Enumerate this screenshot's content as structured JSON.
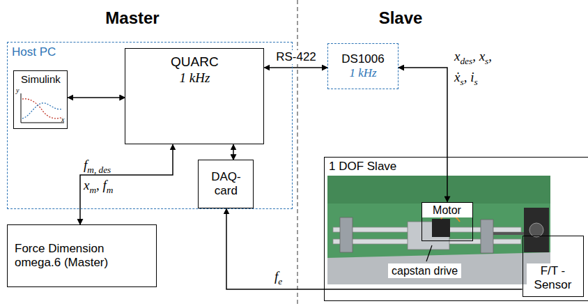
{
  "diagram": {
    "nodes": [
      {
        "text": [
          "Host PC"
        ]
      },
      {
        "text": [
          "Simulink"
        ],
        "in": 0
      },
      {
        "text": [
          "QUARC",
          "1 kHz"
        ],
        "in": 0
      },
      {
        "text": [
          "DAQ-card"
        ],
        "in": 0
      },
      {
        "text": [
          "Force Dimension omega.6 (Master)"
        ]
      },
      {
        "text": [
          "DS1006",
          "1 kHz"
        ]
      },
      {
        "text": [
          "1 DOF Slave"
        ]
      },
      {
        "text": [
          "Motor"
        ],
        "in": 6
      },
      {
        "text": [
          "F/T - Sensor"
        ],
        "in": 6
      }
    ],
    "edges": [
      {
        "from": 1,
        "to": 2,
        "arrow": "both"
      },
      {
        "from": 2,
        "to": 5,
        "arrow": "both",
        "label": "RS-422"
      },
      {
        "from": 2,
        "to": 3,
        "arrow": "both"
      },
      {
        "from": 2,
        "to": 4,
        "arrow": "both"
      },
      {
        "from": 5,
        "to": 7,
        "arrow": "both"
      },
      {
        "from": 8,
        "to": 3,
        "arrow": "to"
      }
    ],
    "labels": [
      "Master",
      "Slave",
      "y",
      "x",
      "fm, des",
      "xm, fm",
      "xdes, xs,",
      "ẋs, is",
      "fe",
      "capstan drive"
    ]
  }
}
